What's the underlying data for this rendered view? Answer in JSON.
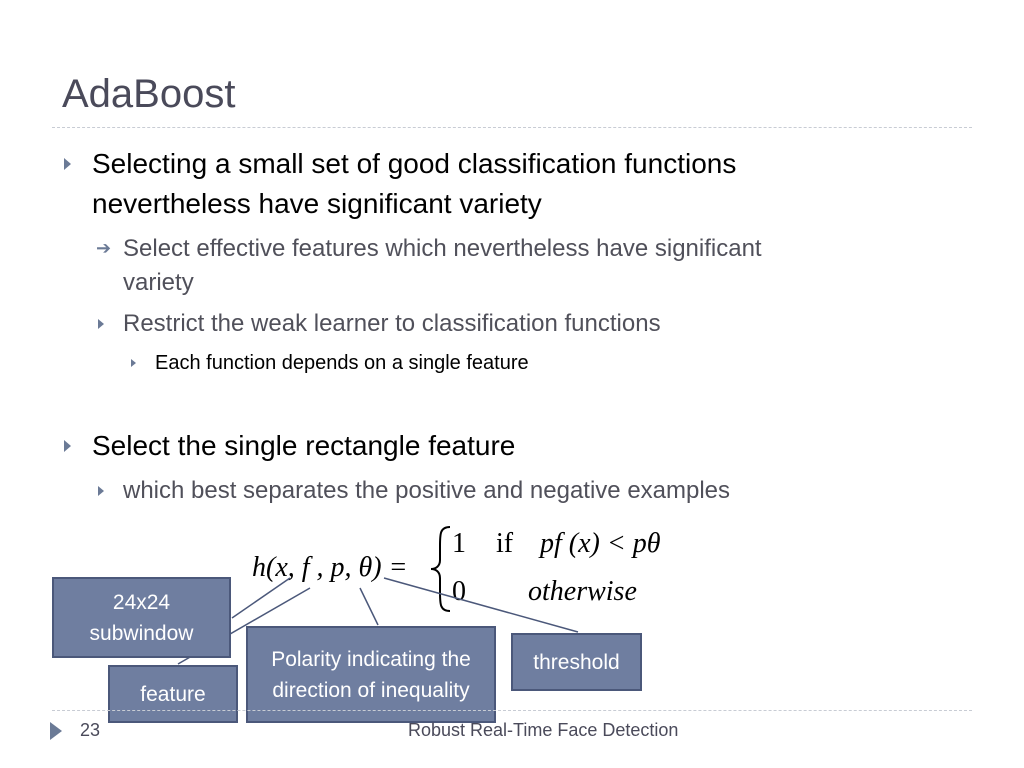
{
  "slide": {
    "title": "AdaBoost",
    "bullets": {
      "b1_line1": "Selecting a small set of good classification functions",
      "b1_line2": "nevertheless have significant variety",
      "b1a_line1": "Select effective features which nevertheless have significant",
      "b1a_line2": "variety",
      "b1b": "Restrict the weak learner to classification functions",
      "b1b_i": "Each function depends on a single feature",
      "b2": "Select the single rectangle feature",
      "b2a": "which best separates the positive and negative examples"
    },
    "equation": {
      "lhs": "h(x, f , p, θ) =",
      "case1_value": "1",
      "case1_cond_word": "if",
      "case1_cond": "pf (x) < pθ",
      "case2_value": "0",
      "case2_cond": "otherwise"
    },
    "callouts": {
      "subwindow": "24x24 subwindow",
      "feature": "feature",
      "polarity": "Polarity indicating the direction of inequality",
      "threshold": "threshold"
    },
    "footer": {
      "page_number": "23",
      "text": "Robust Real-Time Face Detection"
    }
  }
}
